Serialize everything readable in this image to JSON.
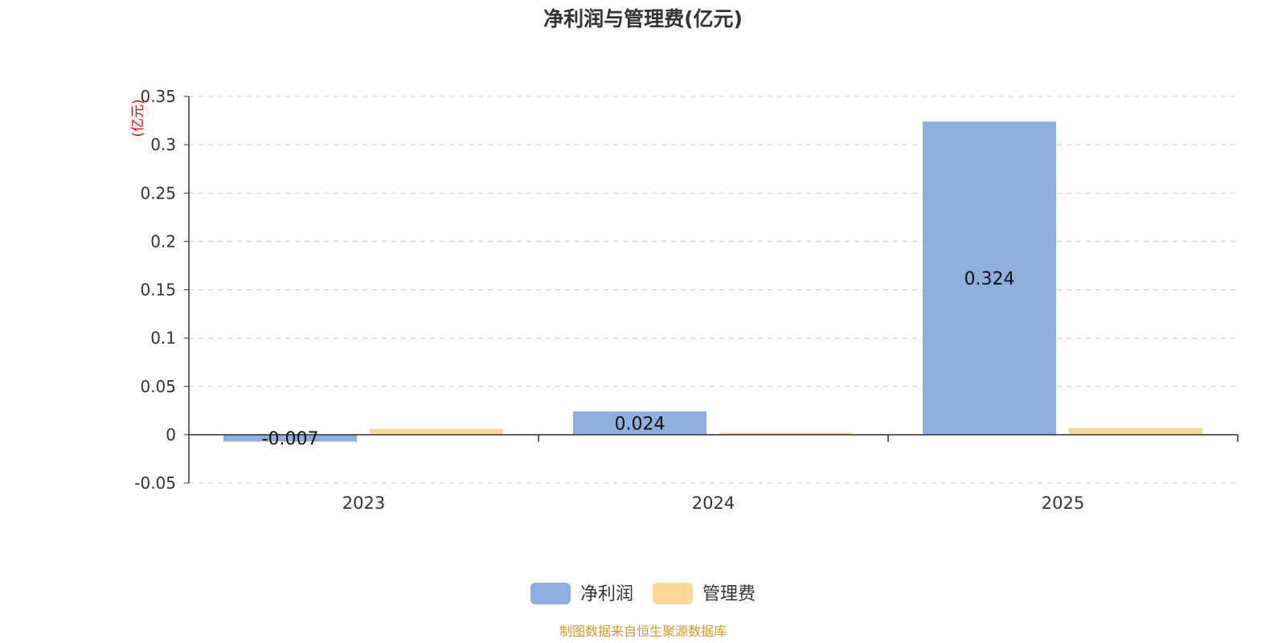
{
  "chart_data": {
    "type": "bar",
    "title": "净利润与管理费(亿元)",
    "ylabel": "(亿元)",
    "categories": [
      "2023",
      "2024",
      "2025"
    ],
    "series": [
      {
        "name": "净利润",
        "values": [
          -0.007,
          0.024,
          0.324
        ],
        "color": "#8eaedb",
        "data_labels": [
          "-0.007",
          "0.024",
          "0.324"
        ]
      },
      {
        "name": "管理费",
        "values": [
          0.006,
          0.002,
          0.007
        ],
        "color": "#fdd89a"
      }
    ],
    "ylim": [
      -0.05,
      0.35
    ],
    "yticks": [
      "-0.05",
      "0",
      "0.05",
      "0.1",
      "0.15",
      "0.2",
      "0.25",
      "0.3",
      "0.35"
    ],
    "grid": true,
    "legend": "bottom-center"
  },
  "footer": {
    "source": "制图数据来自恒生聚源数据库"
  }
}
